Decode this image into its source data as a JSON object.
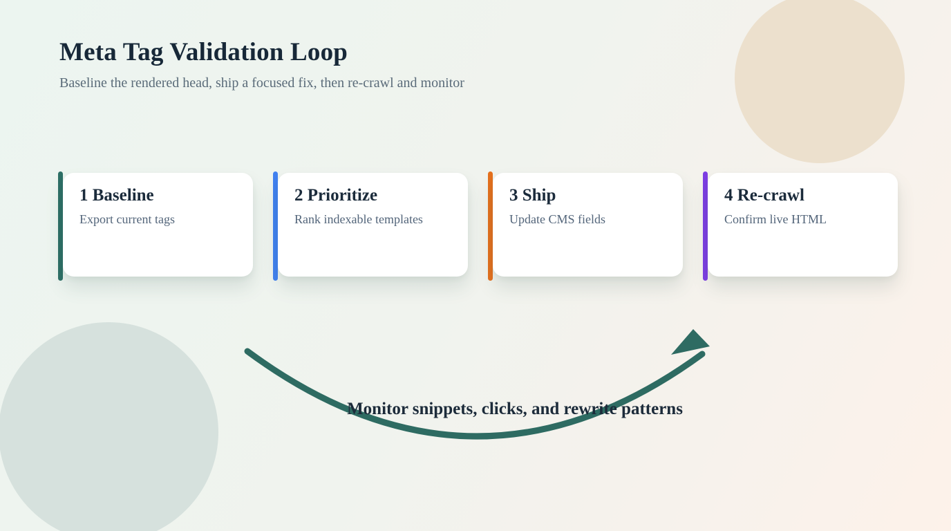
{
  "header": {
    "title": "Meta Tag Validation Loop",
    "subtitle": "Baseline the rendered head, ship a focused fix, then re-crawl and monitor"
  },
  "steps": [
    {
      "title": "1 Baseline",
      "description": "Export current tags",
      "accent_color": "#2e6f66"
    },
    {
      "title": "2 Prioritize",
      "description": "Rank indexable templates",
      "accent_color": "#4181f0"
    },
    {
      "title": "3 Ship",
      "description": "Update CMS fields",
      "accent_color": "#e4701e"
    },
    {
      "title": "4 Re-crawl",
      "description": "Confirm live HTML",
      "accent_color": "#7d3ee3"
    }
  ],
  "loop_arrow": {
    "label": "Monitor snippets, clicks, and rewrite patterns",
    "color": "#2e6b62"
  },
  "colors": {
    "background_start": "#ecf5f0",
    "background_end": "#fdf2ea",
    "circle_top_right": "#ece0cd",
    "circle_bottom_left": "#d6e1dd",
    "card_background": "#ffffff",
    "heading_text": "#172838",
    "muted_text": "#5a6b79"
  }
}
